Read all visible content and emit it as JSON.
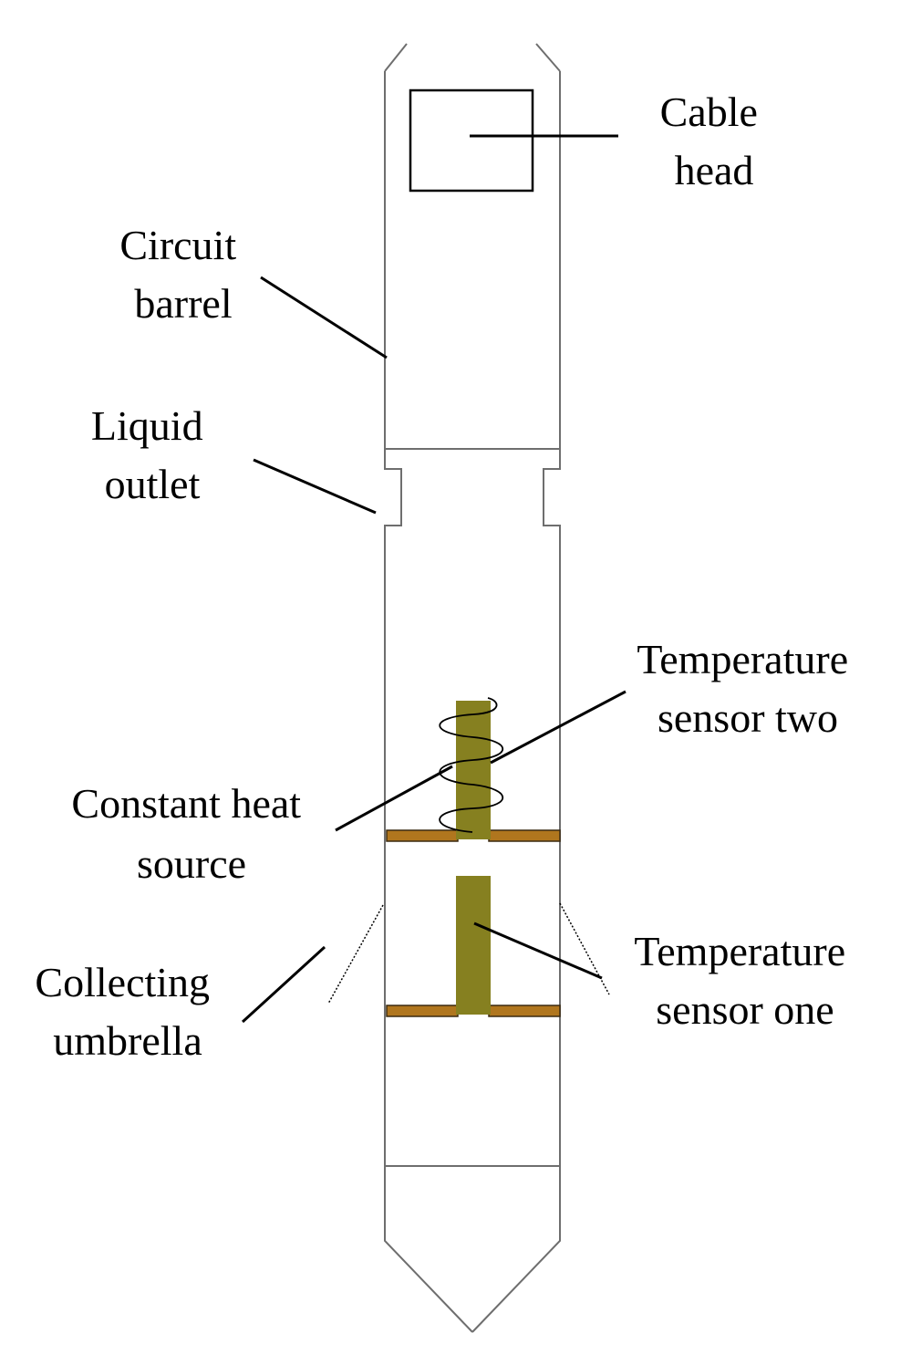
{
  "labels": {
    "cable_head": [
      "Cable",
      "head"
    ],
    "circuit_barrel": [
      "Circuit",
      "barrel"
    ],
    "liquid_outlet": [
      "Liquid",
      "outlet"
    ],
    "temp_sensor_two": [
      "Temperature",
      "sensor two"
    ],
    "constant_heat_source": [
      "Constant heat",
      "source"
    ],
    "temp_sensor_one": [
      "Temperature",
      "sensor one"
    ],
    "collecting_umbrella": [
      "Collecting",
      "umbrella"
    ]
  },
  "colors": {
    "sensor_rod": "#868020",
    "plate": "#b0761e",
    "outline": "#6e6e6e",
    "leader": "#000000"
  }
}
